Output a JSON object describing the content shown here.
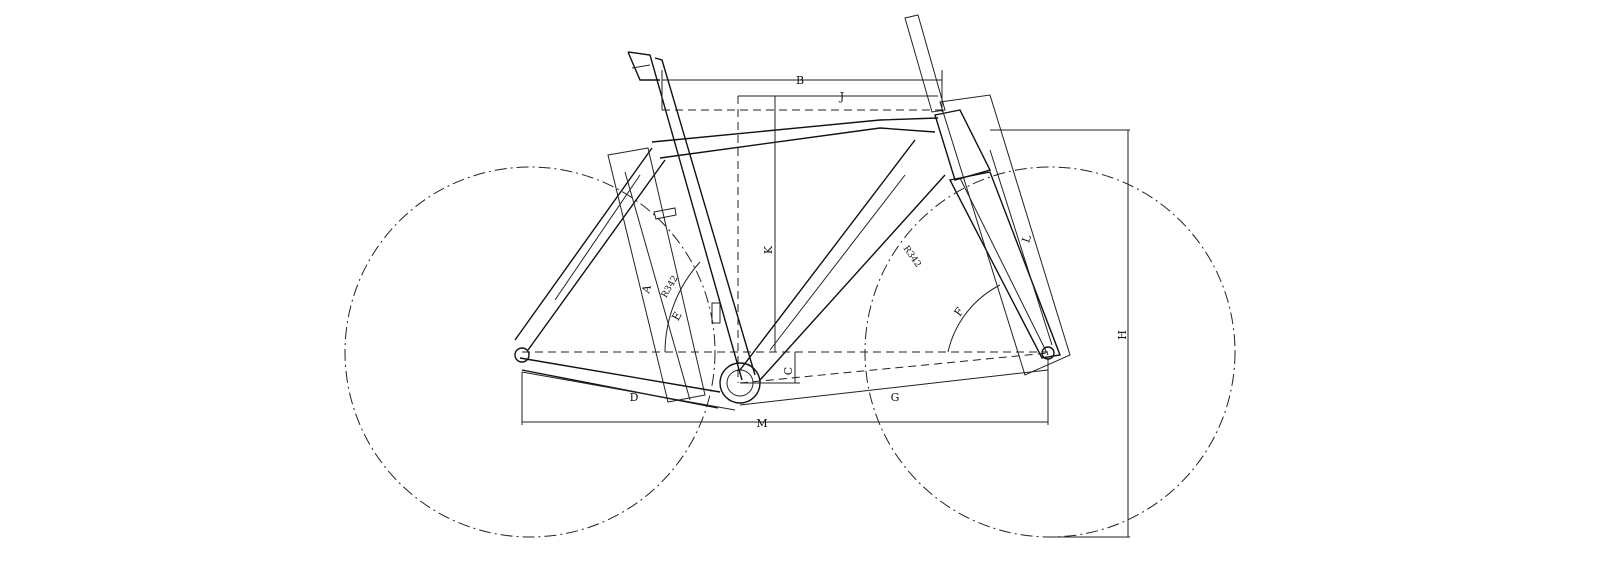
{
  "labels": {
    "b": "B",
    "j": "J",
    "k": "K",
    "a": "A",
    "d": "D",
    "g": "G",
    "m": "M",
    "c": "C",
    "l": "L",
    "h": "H",
    "e": "E",
    "f": "F",
    "r_rear": "R342",
    "r_front": "R342"
  }
}
